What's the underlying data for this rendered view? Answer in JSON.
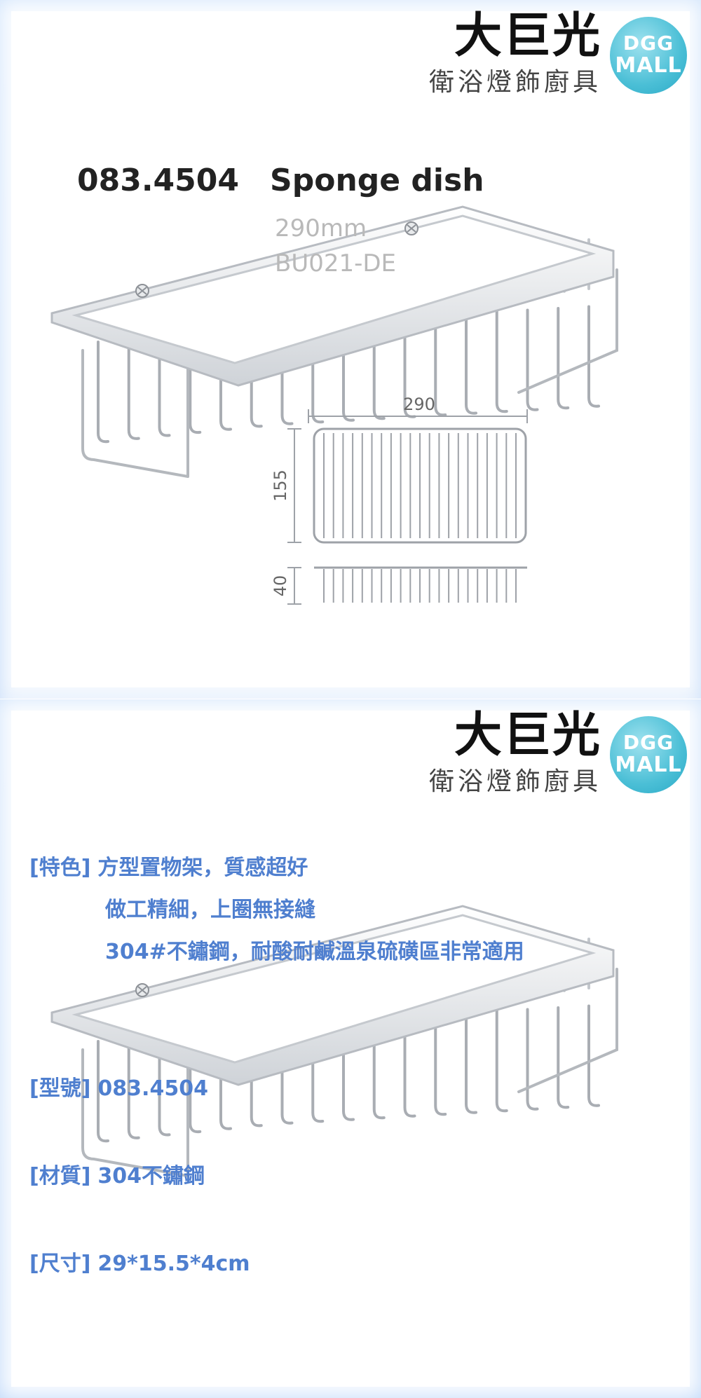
{
  "brand": {
    "name": "大巨光",
    "subtitle": "衛浴燈飾廚具",
    "logo_line1": "DGG",
    "logo_line2": "MALL",
    "logo_color": "#4bbfd6"
  },
  "top_panel": {
    "model_code": "083.4504",
    "product_name": "Sponge dish",
    "size_text": "290mm",
    "sku_text": "BU021-DE",
    "dimensions": {
      "width_label": "290",
      "depth_label": "155",
      "height_label": "40"
    }
  },
  "bottom_panel": {
    "features_tag": "[特色]",
    "features": [
      "方型置物架，質感超好",
      "做工精細，上圈無接縫",
      "304#不鏽鋼，耐酸耐鹹溫泉硫磺區非常適用"
    ],
    "model_tag": "[型號]",
    "model_value": "083.4504",
    "material_tag": "[材質]",
    "material_value": "304不鏽鋼",
    "size_tag": "[尺寸]",
    "size_value": "29*15.5*4cm",
    "accent_color": "#4f7fcf"
  }
}
